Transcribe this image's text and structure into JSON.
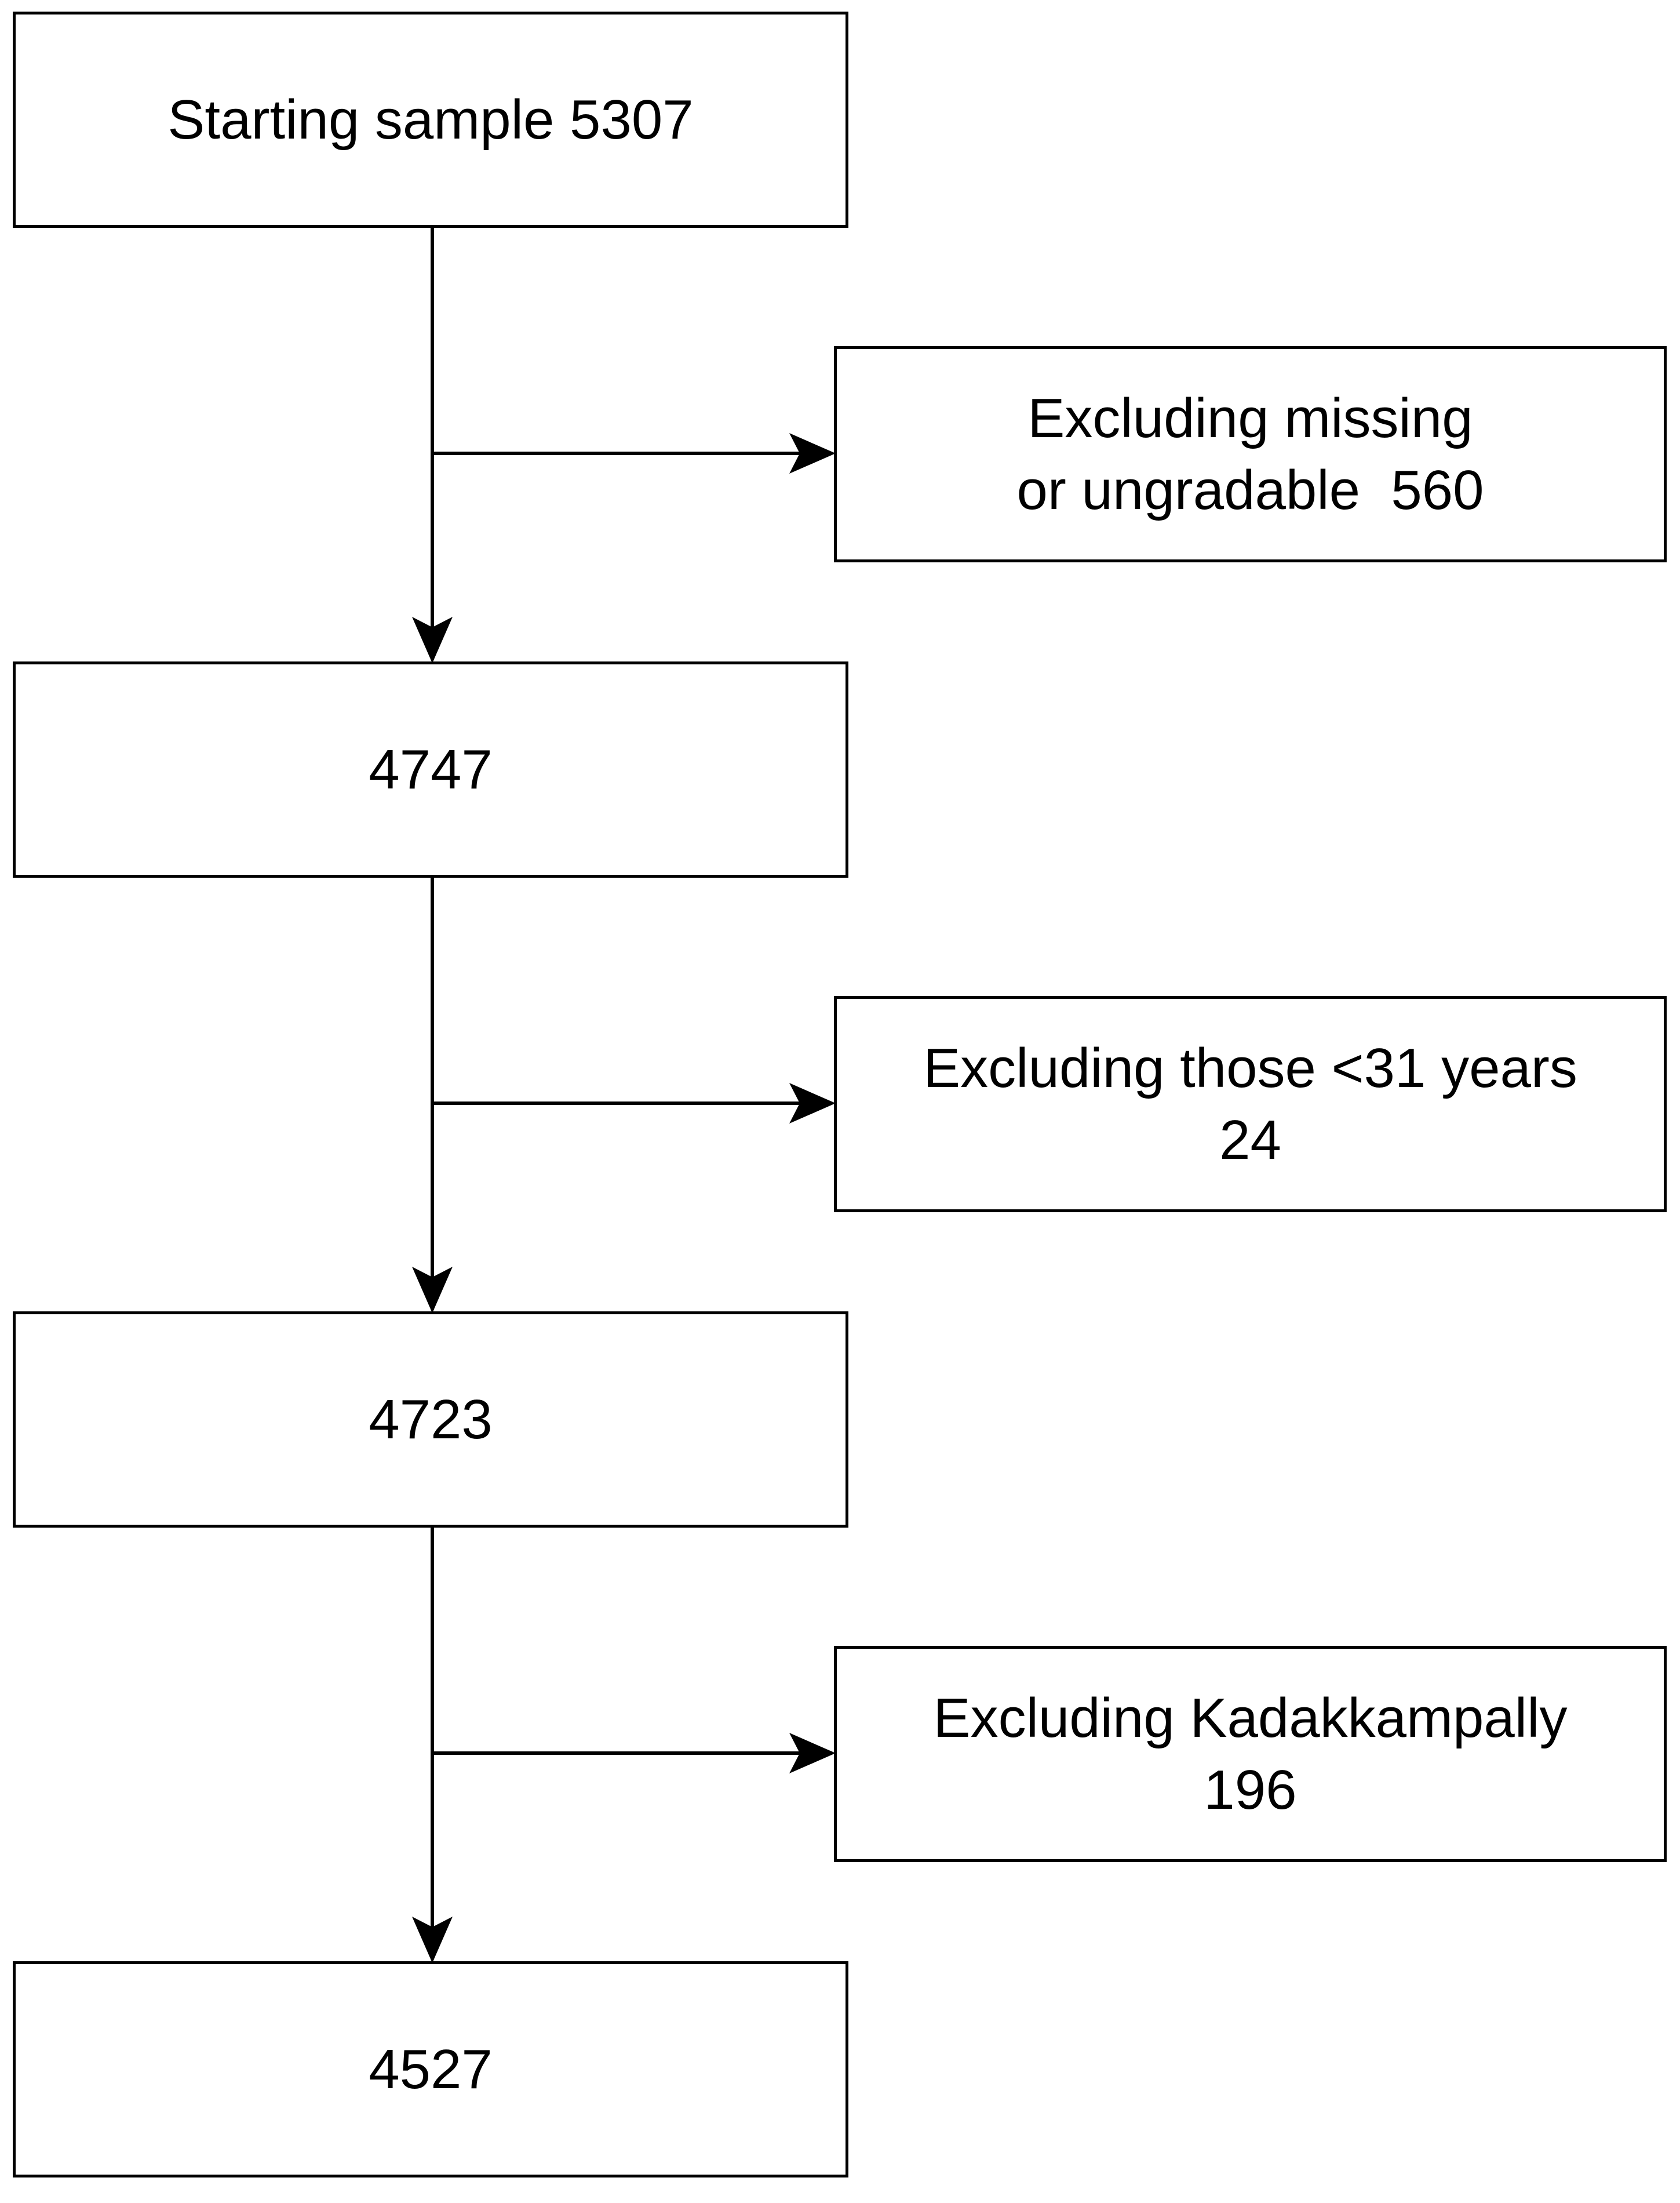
{
  "flow": {
    "steps": [
      {
        "label": "Starting sample 5307"
      },
      {
        "label": "4747"
      },
      {
        "label": "4723"
      },
      {
        "label": "4527"
      }
    ],
    "exclusions": [
      {
        "line1": "Excluding missing",
        "line2": "or ungradable  560"
      },
      {
        "line1": "Excluding those <31 years",
        "line2": "24"
      },
      {
        "line1": "Excluding Kadakkampally",
        "line2": "196"
      }
    ]
  }
}
